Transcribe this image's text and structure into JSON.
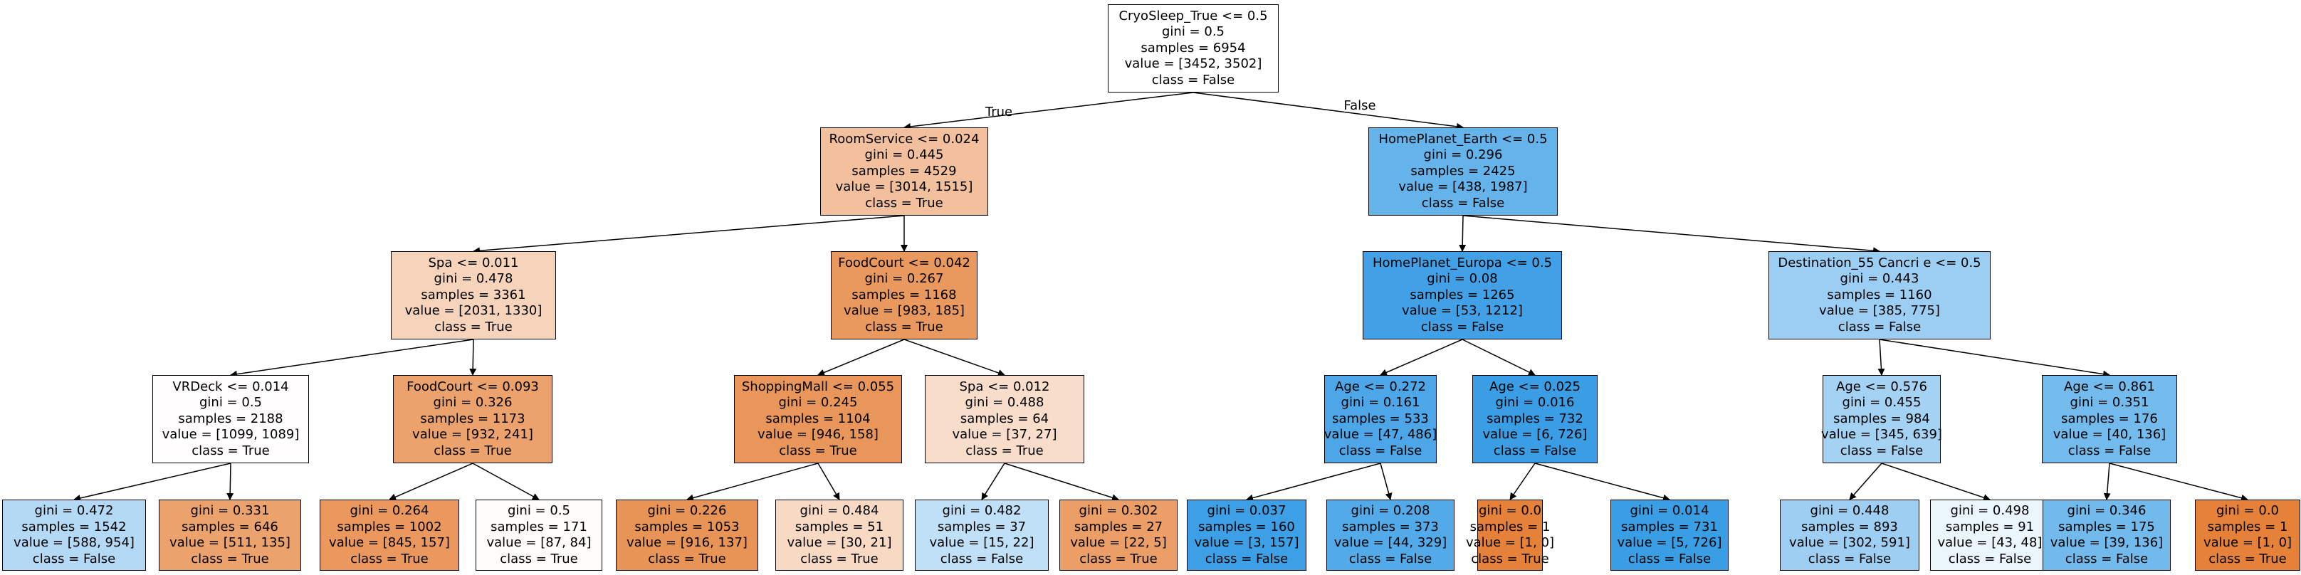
{
  "edge_labels": {
    "left": "True",
    "right": "False"
  },
  "colors": {
    "class_true": "#e58139",
    "class_false": "#399de5",
    "border": "#000000",
    "edge": "#000000"
  },
  "nodes": [
    {
      "id": "n0",
      "split": "CryoSleep_True <= 0.5",
      "gini": "gini = 0.5",
      "samples": "samples = 6954",
      "value": "value = [3452, 3502]",
      "class": "class = False",
      "fill": "#ffffff"
    },
    {
      "id": "n1",
      "split": "RoomService <= 0.024",
      "gini": "gini = 0.445",
      "samples": "samples = 4529",
      "value": "value = [3014, 1515]",
      "class": "class = True",
      "fill": "#f2c09c"
    },
    {
      "id": "n2",
      "split": "HomePlanet_Earth <= 0.5",
      "gini": "gini = 0.296",
      "samples": "samples = 2425",
      "value": "value = [438, 1987]",
      "class": "class = False",
      "fill": "#65b3eb"
    },
    {
      "id": "n3",
      "split": "Spa <= 0.011",
      "gini": "gini = 0.478",
      "samples": "samples = 3361",
      "value": "value = [2031, 1330]",
      "class": "class = True",
      "fill": "#f6d3bb"
    },
    {
      "id": "n4",
      "split": "FoodCourt <= 0.042",
      "gini": "gini = 0.267",
      "samples": "samples = 1168",
      "value": "value = [983, 185]",
      "class": "class = True",
      "fill": "#ea995e"
    },
    {
      "id": "n5",
      "split": "HomePlanet_Europa <= 0.5",
      "gini": "gini = 0.08",
      "samples": "samples = 1265",
      "value": "value = [53, 1212]",
      "class": "class = False",
      "fill": "#42a1e6"
    },
    {
      "id": "n6",
      "split": "Destination_55 Cancri e <= 0.5",
      "gini": "gini = 0.443",
      "samples": "samples = 1160",
      "value": "value = [385, 775]",
      "class": "class = False",
      "fill": "#9bcef2"
    },
    {
      "id": "n7",
      "split": "VRDeck <= 0.014",
      "gini": "gini = 0.5",
      "samples": "samples = 2188",
      "value": "value = [1099, 1089]",
      "class": "class = True",
      "fill": "#fffdfd"
    },
    {
      "id": "n8",
      "split": "FoodCourt <= 0.093",
      "gini": "gini = 0.326",
      "samples": "samples = 1173",
      "value": "value = [932, 241]",
      "class": "class = True",
      "fill": "#eca26c"
    },
    {
      "id": "n9",
      "split": "ShoppingMall <= 0.055",
      "gini": "gini = 0.245",
      "samples": "samples = 1104",
      "value": "value = [946, 158]",
      "class": "class = True",
      "fill": "#e9965a"
    },
    {
      "id": "n10",
      "split": "Spa <= 0.012",
      "gini": "gini = 0.488",
      "samples": "samples = 64",
      "value": "value = [37, 27]",
      "class": "class = True",
      "fill": "#f8ddca"
    },
    {
      "id": "n11",
      "split": "Age <= 0.272",
      "gini": "gini = 0.161",
      "samples": "samples = 533",
      "value": "value = [47, 486]",
      "class": "class = False",
      "fill": "#4ca6e8"
    },
    {
      "id": "n12",
      "split": "Age <= 0.025",
      "gini": "gini = 0.016",
      "samples": "samples = 732",
      "value": "value = [6, 726]",
      "class": "class = False",
      "fill": "#3b9ee5"
    },
    {
      "id": "n13",
      "split": "Age <= 0.576",
      "gini": "gini = 0.455",
      "samples": "samples = 984",
      "value": "value = [345, 639]",
      "class": "class = False",
      "fill": "#a4d2f3"
    },
    {
      "id": "n14",
      "split": "Age <= 0.861",
      "gini": "gini = 0.351",
      "samples": "samples = 176",
      "value": "value = [40, 136]",
      "class": "class = False",
      "fill": "#73baed"
    },
    {
      "id": "n15",
      "split": "",
      "gini": "gini = 0.472",
      "samples": "samples = 1542",
      "value": "value = [588, 954]",
      "class": "class = False",
      "fill": "#b3d9f5"
    },
    {
      "id": "n16",
      "split": "",
      "gini": "gini = 0.331",
      "samples": "samples = 646",
      "value": "value = [511, 135]",
      "class": "class = True",
      "fill": "#eca26d"
    },
    {
      "id": "n17",
      "split": "",
      "gini": "gini = 0.264",
      "samples": "samples = 1002",
      "value": "value = [845, 157]",
      "class": "class = True",
      "fill": "#ea985e"
    },
    {
      "id": "n18",
      "split": "",
      "gini": "gini = 0.5",
      "samples": "samples = 171",
      "value": "value = [87, 84]",
      "class": "class = True",
      "fill": "#fefbf8"
    },
    {
      "id": "n19",
      "split": "",
      "gini": "gini = 0.226",
      "samples": "samples = 1053",
      "value": "value = [916, 137]",
      "class": "class = True",
      "fill": "#e99457"
    },
    {
      "id": "n20",
      "split": "",
      "gini": "gini = 0.484",
      "samples": "samples = 51",
      "value": "value = [30, 21]",
      "class": "class = True",
      "fill": "#f7d9c4"
    },
    {
      "id": "n21",
      "split": "",
      "gini": "gini = 0.482",
      "samples": "samples = 37",
      "value": "value = [15, 22]",
      "class": "class = False",
      "fill": "#c0e0f7"
    },
    {
      "id": "n22",
      "split": "",
      "gini": "gini = 0.302",
      "samples": "samples = 27",
      "value": "value = [22, 5]",
      "class": "class = True",
      "fill": "#eb9e66"
    },
    {
      "id": "n23",
      "split": "",
      "gini": "gini = 0.037",
      "samples": "samples = 160",
      "value": "value = [3, 157]",
      "class": "class = False",
      "fill": "#3d9fe5"
    },
    {
      "id": "n24",
      "split": "",
      "gini": "gini = 0.208",
      "samples": "samples = 373",
      "value": "value = [44, 329]",
      "class": "class = False",
      "fill": "#53aae8"
    },
    {
      "id": "n25",
      "split": "",
      "gini": "gini = 0.0",
      "samples": "samples = 1",
      "value": "value = [1, 0]",
      "class": "class = True",
      "fill": "#e58139"
    },
    {
      "id": "n26",
      "split": "",
      "gini": "gini = 0.014",
      "samples": "samples = 731",
      "value": "value = [5, 726]",
      "class": "class = False",
      "fill": "#3a9ee5"
    },
    {
      "id": "n27",
      "split": "",
      "gini": "gini = 0.448",
      "samples": "samples = 893",
      "value": "value = [302, 591]",
      "class": "class = False",
      "fill": "#9ecff2"
    },
    {
      "id": "n28",
      "split": "",
      "gini": "gini = 0.498",
      "samples": "samples = 91",
      "value": "value = [43, 48]",
      "class": "class = False",
      "fill": "#eaf5fc"
    },
    {
      "id": "n29",
      "split": "",
      "gini": "gini = 0.346",
      "samples": "samples = 175",
      "value": "value = [39, 136]",
      "class": "class = False",
      "fill": "#72b9ec"
    },
    {
      "id": "n30",
      "split": "",
      "gini": "gini = 0.0",
      "samples": "samples = 1",
      "value": "value = [1, 0]",
      "class": "class = True",
      "fill": "#e58139"
    }
  ],
  "edges": [
    {
      "from": "n0",
      "to": "n1"
    },
    {
      "from": "n0",
      "to": "n2"
    },
    {
      "from": "n1",
      "to": "n3"
    },
    {
      "from": "n1",
      "to": "n4"
    },
    {
      "from": "n2",
      "to": "n5"
    },
    {
      "from": "n2",
      "to": "n6"
    },
    {
      "from": "n3",
      "to": "n7"
    },
    {
      "from": "n3",
      "to": "n8"
    },
    {
      "from": "n4",
      "to": "n9"
    },
    {
      "from": "n4",
      "to": "n10"
    },
    {
      "from": "n5",
      "to": "n11"
    },
    {
      "from": "n5",
      "to": "n12"
    },
    {
      "from": "n6",
      "to": "n13"
    },
    {
      "from": "n6",
      "to": "n14"
    },
    {
      "from": "n7",
      "to": "n15"
    },
    {
      "from": "n7",
      "to": "n16"
    },
    {
      "from": "n8",
      "to": "n17"
    },
    {
      "from": "n8",
      "to": "n18"
    },
    {
      "from": "n9",
      "to": "n19"
    },
    {
      "from": "n9",
      "to": "n20"
    },
    {
      "from": "n10",
      "to": "n21"
    },
    {
      "from": "n10",
      "to": "n22"
    },
    {
      "from": "n11",
      "to": "n23"
    },
    {
      "from": "n11",
      "to": "n24"
    },
    {
      "from": "n12",
      "to": "n25"
    },
    {
      "from": "n12",
      "to": "n26"
    },
    {
      "from": "n13",
      "to": "n27"
    },
    {
      "from": "n13",
      "to": "n28"
    },
    {
      "from": "n14",
      "to": "n29"
    },
    {
      "from": "n14",
      "to": "n30"
    }
  ]
}
